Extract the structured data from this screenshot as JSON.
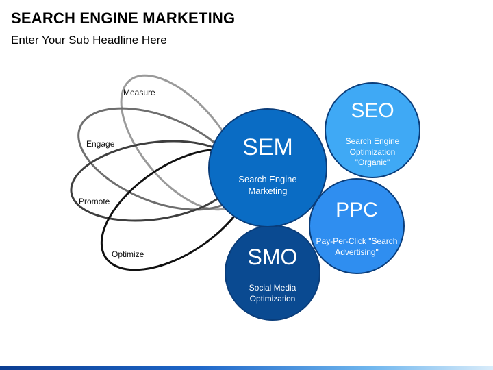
{
  "header": {
    "title": "SEARCH ENGINE MARKETING",
    "subtitle": "Enter Your Sub Headline Here"
  },
  "rings": [
    {
      "label": "Measure"
    },
    {
      "label": "Engage"
    },
    {
      "label": "Promote"
    },
    {
      "label": "Optimize"
    }
  ],
  "circles": {
    "sem": {
      "title": "SEM",
      "line1": "Search Engine",
      "line2": "Marketing",
      "line3": ""
    },
    "seo": {
      "title": "SEO",
      "line1": "Search Engine",
      "line2": "Optimization",
      "line3": "\"Organic\""
    },
    "ppc": {
      "title": "PPC",
      "line1": "Pay-Per-Click \"Search",
      "line2": "Advertising\"",
      "line3": ""
    },
    "smo": {
      "title": "SMO",
      "line1": "Social Media",
      "line2": "Optimization",
      "line3": ""
    }
  },
  "colors": {
    "sem": "#0a6cc4",
    "seo": "#3fa9f5",
    "ppc": "#2f8ef0",
    "smo": "#0a4a91",
    "stroke": "#0a3d7a"
  }
}
